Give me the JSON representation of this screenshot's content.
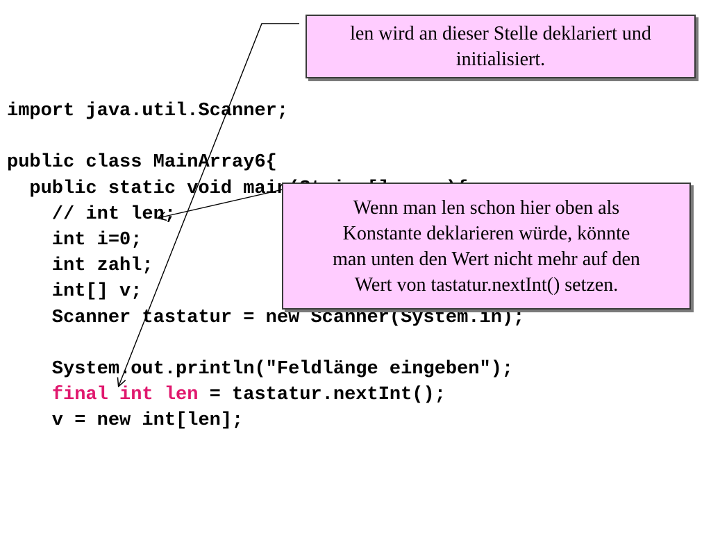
{
  "slide": {
    "code_lines": [
      {
        "segments": [
          {
            "text": "import java.util.Scanner;",
            "highlight": false
          }
        ]
      },
      {
        "segments": [
          {
            "text": "",
            "highlight": false
          }
        ]
      },
      {
        "segments": [
          {
            "text": "public class MainArray6{",
            "highlight": false
          }
        ]
      },
      {
        "segments": [
          {
            "text": "  public static void main(String[] args){",
            "highlight": false
          }
        ]
      },
      {
        "segments": [
          {
            "text": "    // int len;",
            "highlight": false
          }
        ]
      },
      {
        "segments": [
          {
            "text": "    int i=0;",
            "highlight": false
          }
        ]
      },
      {
        "segments": [
          {
            "text": "    int zahl;",
            "highlight": false
          }
        ]
      },
      {
        "segments": [
          {
            "text": "    int[] v;",
            "highlight": false
          }
        ]
      },
      {
        "segments": [
          {
            "text": "    Scanner tastatur = new Scanner(System.in);",
            "highlight": false
          }
        ]
      },
      {
        "segments": [
          {
            "text": "",
            "highlight": false
          }
        ]
      },
      {
        "segments": [
          {
            "text": "    System.out.println(\"Feldlänge eingeben\");",
            "highlight": false
          }
        ]
      },
      {
        "segments": [
          {
            "text": "    ",
            "highlight": false
          },
          {
            "text": "final int len",
            "highlight": true
          },
          {
            "text": " = tastatur.nextInt();",
            "highlight": false
          }
        ]
      },
      {
        "segments": [
          {
            "text": "    v = new int[len];",
            "highlight": false
          }
        ]
      }
    ],
    "callout_top": {
      "lines": [
        "len wird an dieser Stelle deklariert und",
        "initialisiert."
      ]
    },
    "callout_mid": {
      "lines": [
        "Wenn man len schon hier oben als",
        "Konstante deklarieren würde, könnte",
        "man unten den Wert nicht mehr auf den",
        "Wert von tastatur.nextInt() setzen."
      ]
    },
    "colors": {
      "highlight": "#e0186e",
      "callout_fill": "#ffccff",
      "text": "#000000"
    }
  }
}
